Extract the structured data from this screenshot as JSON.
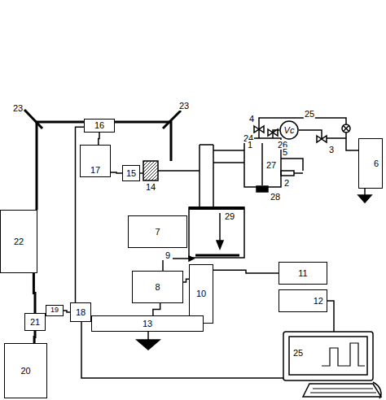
{
  "diagram": {
    "nodes": [
      {
        "text": [
          "16"
        ]
      },
      {
        "text": [
          "6"
        ]
      },
      {
        "text": [
          "Vc"
        ]
      },
      {
        "text": [
          "17"
        ]
      },
      {
        "text": [
          "15"
        ]
      },
      {
        "text": [
          "22"
        ]
      },
      {
        "text": [
          "7"
        ]
      },
      {
        "text": [
          "8"
        ]
      },
      {
        "text": [
          "10"
        ]
      },
      {
        "text": [
          "11"
        ]
      },
      {
        "text": [
          "12"
        ]
      },
      {
        "text": [
          "18"
        ]
      },
      {
        "text": [
          "19"
        ]
      },
      {
        "text": [
          "21"
        ]
      },
      {
        "text": [
          "13"
        ]
      },
      {
        "text": [
          "20"
        ]
      }
    ],
    "edges": [
      {
        "from": 0,
        "to": 3,
        "arrow": "none"
      },
      {
        "from": 3,
        "to": 4,
        "arrow": "none"
      },
      {
        "from": 5,
        "to": 13,
        "arrow": "none"
      },
      {
        "from": 13,
        "to": 15,
        "arrow": "none"
      },
      {
        "from": 12,
        "to": 11,
        "arrow": "none"
      },
      {
        "from": 11,
        "to": 0,
        "arrow": "none"
      },
      {
        "from": 7,
        "to": 14,
        "arrow": "none"
      },
      {
        "from": 7,
        "to": 8,
        "arrow": "none"
      },
      {
        "from": 8,
        "to": 9,
        "arrow": "none"
      }
    ],
    "labels": [
      "23",
      "23",
      "14",
      "4",
      "24",
      "26",
      "25",
      "3",
      "5",
      "2",
      "1",
      "27",
      "28",
      "29",
      "9",
      "25"
    ]
  }
}
